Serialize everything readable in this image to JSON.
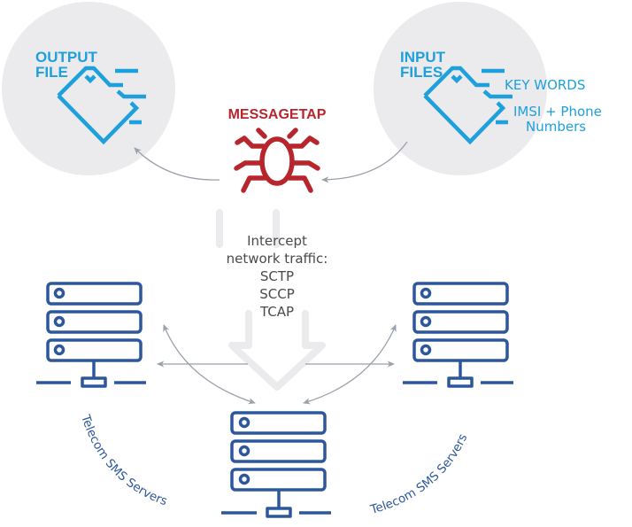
{
  "diagram": {
    "colors": {
      "file_blue": "#1ea0dc",
      "bug_red": "#b8262d",
      "server_blue": "#2d579d",
      "arrow_gray": "#9aa1ab",
      "circle_fill": "#ebebed",
      "ghost_arrow": "#ebebed",
      "text_dark": "#4a4a4a"
    },
    "output_file": {
      "label_line1": "OUTPUT",
      "label_line2": "FILE"
    },
    "input_files": {
      "label_line1": "INPUT",
      "label_line2": "FILES",
      "item1": "KEY WORDS",
      "item2_line1": "IMSI + Phone",
      "item2_line2": "Numbers"
    },
    "messagetap": {
      "label": "MESSAGETAP",
      "icon": "bug-icon"
    },
    "intercept": {
      "line1": "Intercept",
      "line2": "network traffic:",
      "protocols": [
        "SCTP",
        "SCCP",
        "TCAP"
      ]
    },
    "servers": {
      "icon": "server-icon",
      "left_caption": "Telecom SMS Servers",
      "right_caption": "Telecom SMS Servers"
    }
  }
}
